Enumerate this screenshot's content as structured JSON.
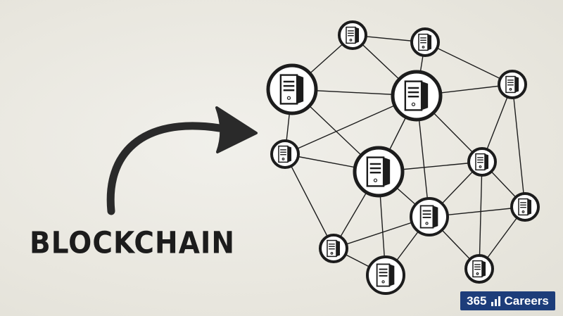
{
  "title": "BLOCKCHAIN",
  "brand": {
    "number": "365",
    "name": "Careers",
    "icon": "bar-chart-icon",
    "color": "#1d3d7a"
  },
  "colors": {
    "background": "#ebe9e2",
    "ink": "#1c1c1c",
    "node_fill": "#ffffff"
  },
  "arrow": {
    "icon": "curved-arrow-icon"
  },
  "network": {
    "node_icon": "server-icon",
    "nodes": [
      {
        "id": "n1",
        "size": "small"
      },
      {
        "id": "n2",
        "size": "small"
      },
      {
        "id": "n3",
        "size": "large"
      },
      {
        "id": "n4",
        "size": "large"
      },
      {
        "id": "n5",
        "size": "small"
      },
      {
        "id": "n6",
        "size": "small"
      },
      {
        "id": "n7",
        "size": "large"
      },
      {
        "id": "n8",
        "size": "small"
      },
      {
        "id": "n9",
        "size": "small"
      },
      {
        "id": "n10",
        "size": "medium"
      },
      {
        "id": "n11",
        "size": "small"
      },
      {
        "id": "n12",
        "size": "medium"
      },
      {
        "id": "n13",
        "size": "small"
      }
    ],
    "edges": [
      [
        "n1",
        "n2"
      ],
      [
        "n1",
        "n3"
      ],
      [
        "n1",
        "n4"
      ],
      [
        "n2",
        "n4"
      ],
      [
        "n2",
        "n5"
      ],
      [
        "n3",
        "n4"
      ],
      [
        "n3",
        "n6"
      ],
      [
        "n3",
        "n7"
      ],
      [
        "n4",
        "n5"
      ],
      [
        "n4",
        "n7"
      ],
      [
        "n4",
        "n8"
      ],
      [
        "n4",
        "n6"
      ],
      [
        "n4",
        "n10"
      ],
      [
        "n5",
        "n8"
      ],
      [
        "n5",
        "n9"
      ],
      [
        "n6",
        "n7"
      ],
      [
        "n6",
        "n11"
      ],
      [
        "n7",
        "n8"
      ],
      [
        "n7",
        "n10"
      ],
      [
        "n7",
        "n11"
      ],
      [
        "n7",
        "n12"
      ],
      [
        "n8",
        "n9"
      ],
      [
        "n8",
        "n10"
      ],
      [
        "n8",
        "n13"
      ],
      [
        "n9",
        "n10"
      ],
      [
        "n9",
        "n13"
      ],
      [
        "n10",
        "n11"
      ],
      [
        "n10",
        "n12"
      ],
      [
        "n10",
        "n13"
      ],
      [
        "n11",
        "n12"
      ]
    ]
  }
}
